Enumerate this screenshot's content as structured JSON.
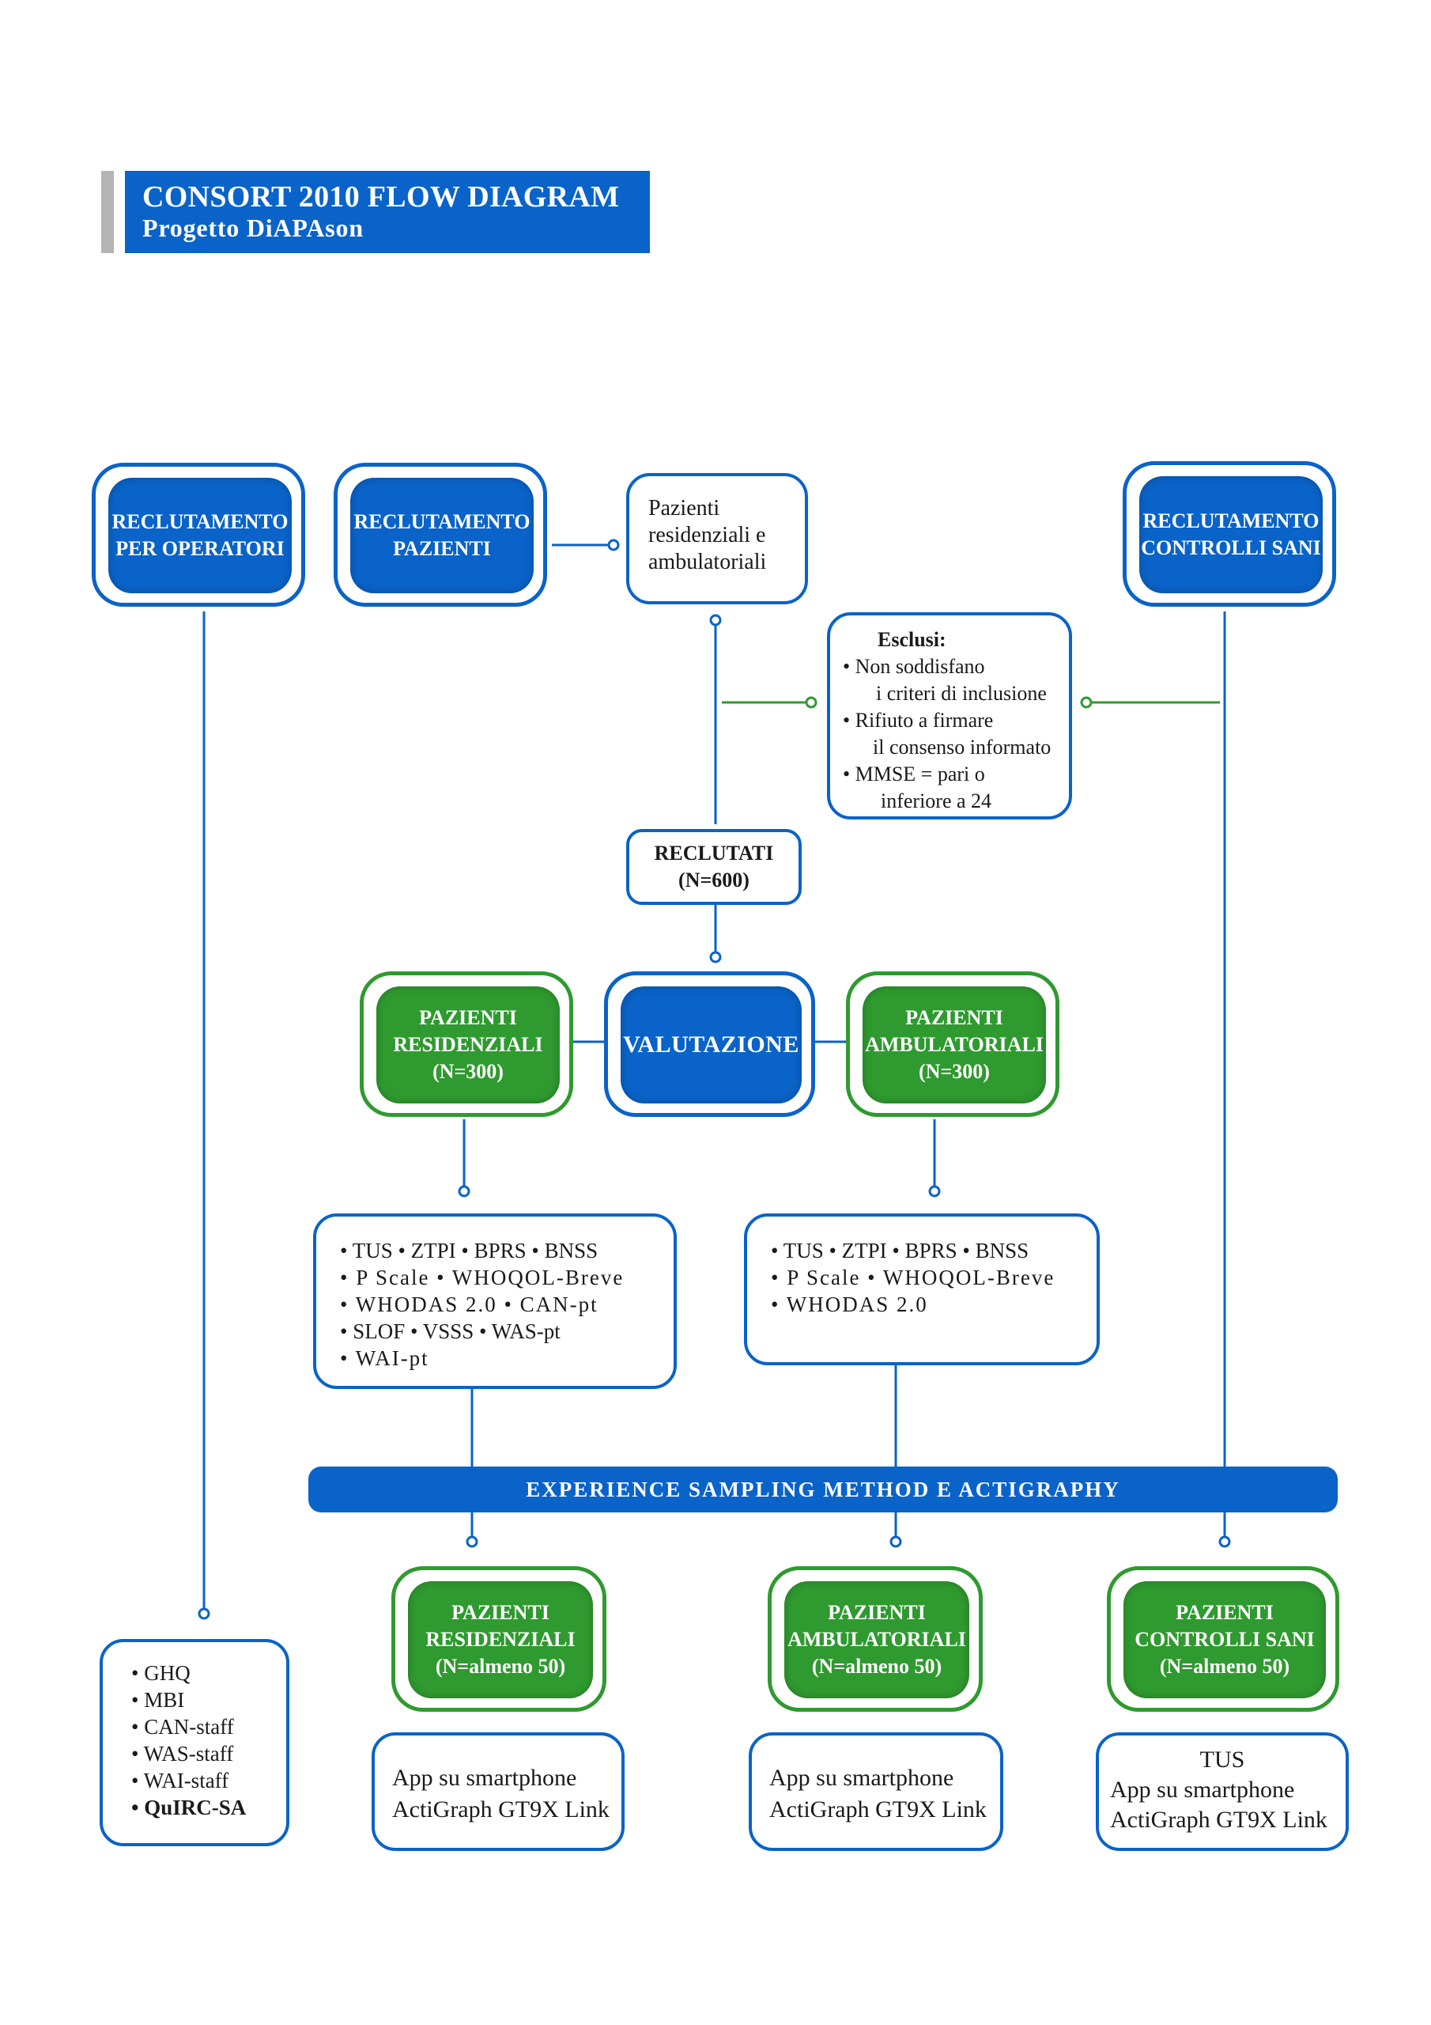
{
  "header": {
    "title": "CONSORT 2010 FLOW DIAGRAM",
    "subtitle": "Progetto DiAPAson"
  },
  "recruitment": {
    "operators": "RECLUTAMENTO PER OPERATORI",
    "patients": "RECLUTAMENTO PAZIENTI",
    "controls": "RECLUTAMENTO CONTROLLI SANI"
  },
  "patient_types": "Pazienti residenziali e ambulatoriali",
  "excluded": {
    "title": "Esclusi:",
    "items": [
      "• Non soddisfano",
      "i criteri di inclusione",
      "• Rifiuto a firmare",
      "il consenso informato",
      "• MMSE = pari o",
      "inferiore a 24"
    ]
  },
  "recruited": {
    "label": "RECLUTATI",
    "count": "(N=600)"
  },
  "assessment": {
    "center": "VALUTAZIONE",
    "residential": {
      "line1": "PAZIENTI",
      "line2": "RESIDENZIALI",
      "count": "(N=300)"
    },
    "outpatient": {
      "line1": "PAZIENTI",
      "line2": "AMBULATORIALI",
      "count": "(N=300)"
    }
  },
  "instruments_residential": [
    "• TUS  • ZTPI  • BPRS  • BNSS",
    "• P Scale • WHOQOL-Breve",
    "• WHODAS 2.0 • CAN-pt",
    "• SLOF • VSSS • WAS-pt",
    "• WAI-pt"
  ],
  "instruments_outpatient": [
    "• TUS  • ZTPI  • BPRS  • BNSS",
    "• P Scale • WHOQOL-Breve",
    "• WHODAS 2.0"
  ],
  "esm_bar": "EXPERIENCE SAMPLING METHOD E ACTIGRAPHY",
  "esm_groups": {
    "residential": {
      "line1": "PAZIENTI",
      "line2": "RESIDENZIALI",
      "count": "(N=almeno 50)"
    },
    "outpatient": {
      "line1": "PAZIENTI",
      "line2": "AMBULATORIALI",
      "count": "(N=almeno 50)"
    },
    "controls": {
      "line1": "PAZIENTI",
      "line2": "CONTROLLI SANI",
      "count": "(N=almeno 50)"
    }
  },
  "devices": {
    "residential": [
      "App su smartphone",
      "ActiGraph GT9X Link"
    ],
    "outpatient": [
      "App su smartphone",
      "ActiGraph GT9X Link"
    ],
    "controls": [
      "TUS",
      "App su smartphone",
      "ActiGraph GT9X Link"
    ]
  },
  "operator_instruments": {
    "items": [
      "• GHQ",
      "• MBI",
      "• CAN-staff",
      "• WAS-staff",
      "• WAI-staff"
    ],
    "last": "• QuIRC-SA"
  },
  "colors": {
    "blue": "#0a63c8",
    "green": "#2f9a2f",
    "grey": "#b4b4b4"
  }
}
